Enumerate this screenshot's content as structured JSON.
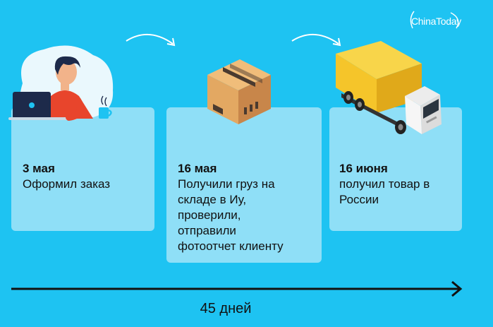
{
  "logo": {
    "text": "ChinaToday"
  },
  "steps": [
    {
      "date": "3 мая",
      "desc": "Оформил заказ",
      "icon": "person-laptop-icon"
    },
    {
      "date": "16 мая",
      "desc": "Получили груз на\nскладе в Иу,\nпроверили,\nотправили\nфотоотчет клиенту",
      "icon": "box-icon"
    },
    {
      "date": "16 июня",
      "desc": "получил товар в\nРоссии",
      "icon": "truck-icon"
    }
  ],
  "timeline": {
    "label": "45 дней"
  },
  "colors": {
    "background": "#1ec3f2",
    "card": "#8fdff7",
    "truck": "#f5c52a",
    "box": "#e3a862"
  }
}
